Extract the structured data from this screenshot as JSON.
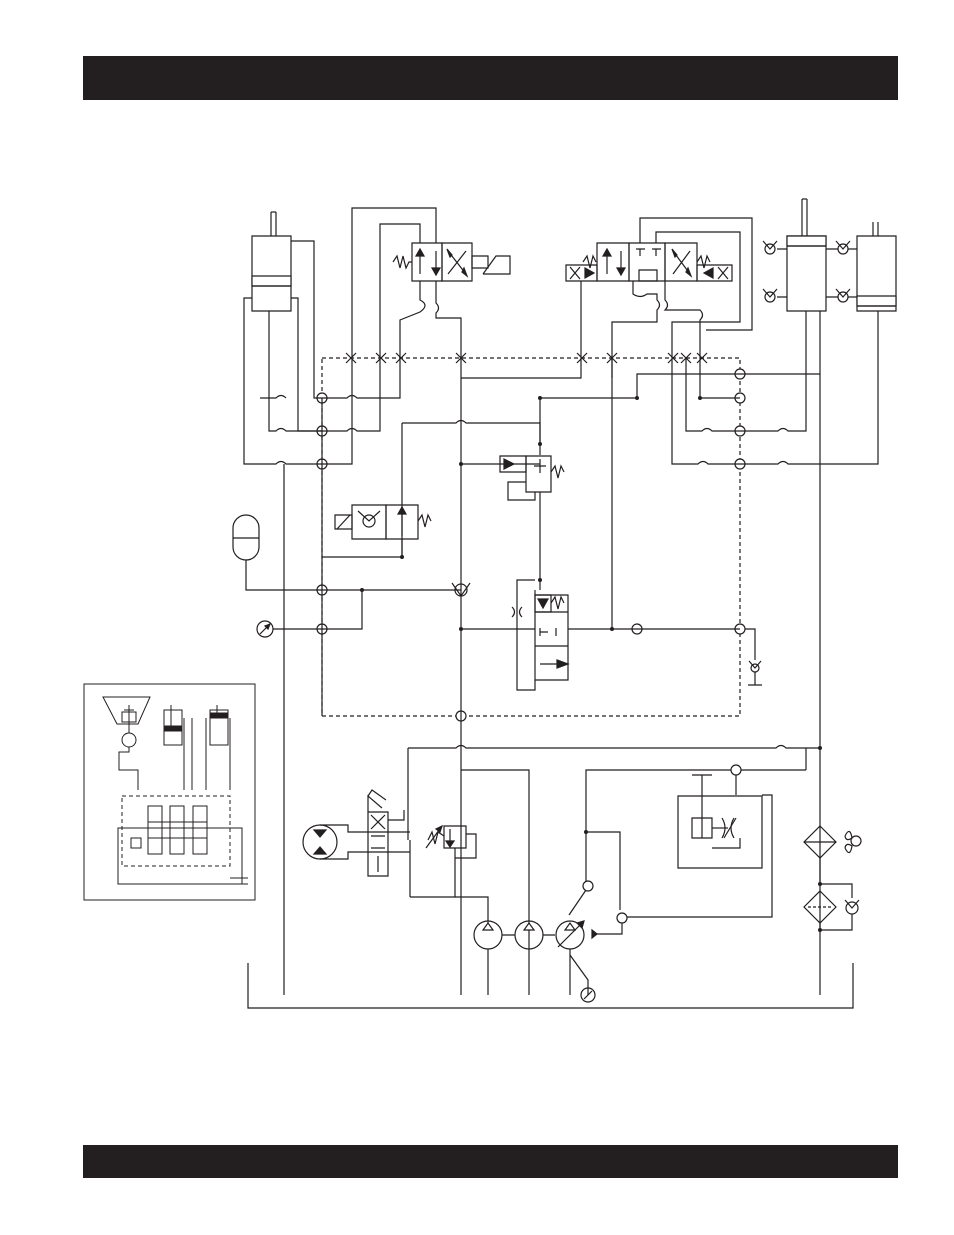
{
  "page": {
    "header_text": "",
    "footer_text": ""
  },
  "colors": {
    "band": "#231f20",
    "line": "#231f20",
    "background": "#ffffff"
  },
  "diagram": {
    "type": "hydraulic-schematic",
    "components": [
      "hydraulic-cylinder-left",
      "directional-valve-upper",
      "directional-valve-upper-right",
      "double-cylinder-right",
      "accumulator",
      "solenoid-check-valve",
      "pressure-gauge-upper",
      "pressure-reducing-valve",
      "proportional-valve",
      "check-valve-center",
      "tank-check-valve",
      "hydraulic-motor",
      "manual-directional-valve",
      "relief-valve",
      "fixed-pump-1",
      "fixed-pump-2",
      "variable-pump",
      "pressure-gauge-lower",
      "flow-control-block",
      "oil-cooler",
      "return-filter",
      "inset-subcircuit"
    ]
  }
}
